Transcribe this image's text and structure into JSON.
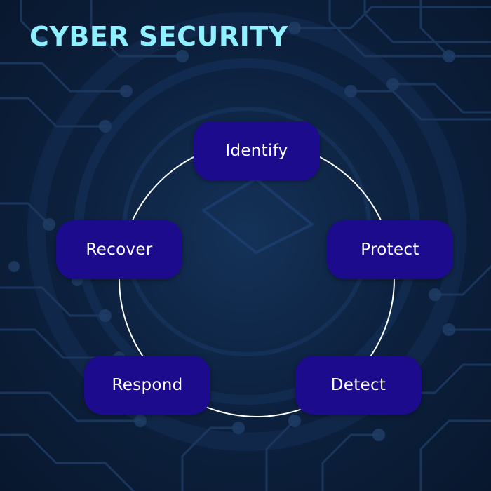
{
  "title": "CYBER SECURITY",
  "colors": {
    "title": "#8ff0ff",
    "node_fill": "#1c0b8c",
    "ring": "#ffffff",
    "background": "#0d2240"
  },
  "cycle": {
    "nodes": [
      {
        "id": "identify",
        "label": "Identify"
      },
      {
        "id": "protect",
        "label": "Protect"
      },
      {
        "id": "detect",
        "label": "Detect"
      },
      {
        "id": "respond",
        "label": "Respond"
      },
      {
        "id": "recover",
        "label": "Recover"
      }
    ]
  }
}
